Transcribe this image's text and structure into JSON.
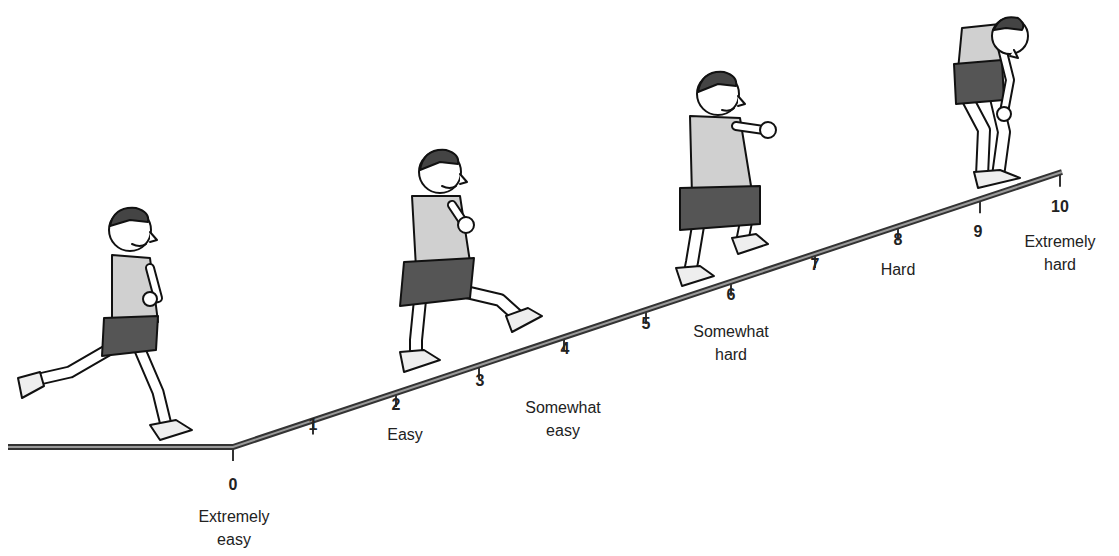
{
  "diagram": {
    "labels": [
      "0",
      "Extremely easy",
      "1",
      "2",
      "Easy",
      "3",
      "4",
      "Somewhat easy",
      "5",
      "6",
      "Somewhat hard",
      "7",
      "8",
      "Hard",
      "9",
      "10",
      "Extremely hard"
    ]
  }
}
